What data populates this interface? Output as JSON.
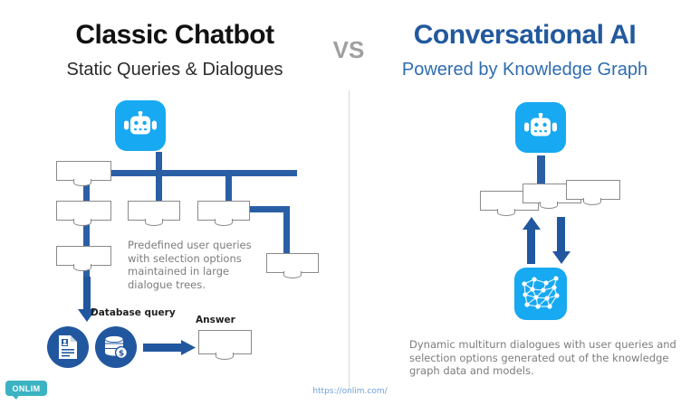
{
  "left": {
    "title": "Classic Chatbot",
    "subtitle": "Static Queries & Dialogues",
    "paragraph": "Predefined user queries with selection options maintained in large dialogue trees.",
    "database_query_label": "Database query",
    "answer_label": "Answer",
    "icons": {
      "bot": "robot-icon",
      "document": "document-icon",
      "database": "database-money-icon"
    },
    "node_count": 6
  },
  "right": {
    "title": "Conversational AI",
    "subtitle": "Powered by Knowledge Graph",
    "paragraph": "Dynamic multiturn dialogues with user queries and selection options generated out of the knowledge graph data and models.",
    "icons": {
      "bot": "robot-icon",
      "knowledge_graph": "knowledge-graph-icon"
    },
    "bubble_count": 3
  },
  "separator_label": "VS",
  "footer": {
    "logo_text": "ONLIM",
    "url": "https://onlim.com/"
  },
  "colors": {
    "bright_blue": "#17a9f2",
    "dark_blue": "#21579f",
    "connector_blue": "#2b5fa5",
    "title_blue": "#22599e",
    "vs_gray": "#a0a0a0",
    "body_gray": "#7d7d7d",
    "bubble_border": "#8a8a8a",
    "logo_teal": "#3bb3c3",
    "url_blue": "#6f9fd8",
    "divider_gray": "#d9d9d9"
  }
}
